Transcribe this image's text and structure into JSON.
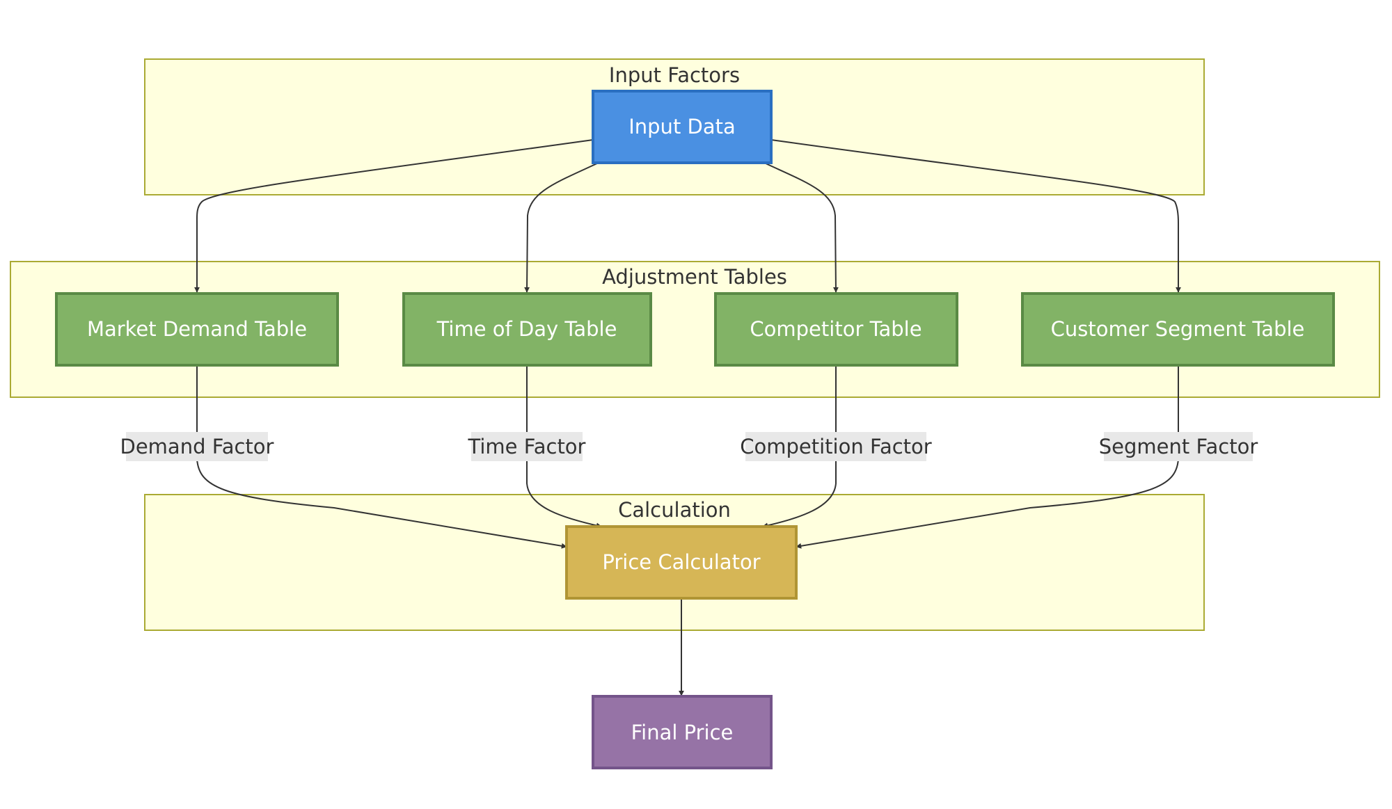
{
  "clusters": {
    "input": {
      "label": "Input Factors"
    },
    "adjust": {
      "label": "Adjustment Tables"
    },
    "calc": {
      "label": "Calculation"
    }
  },
  "nodes": {
    "input_data": {
      "label": "Input Data",
      "fill": "#4a90e2",
      "stroke": "#2a6fc1"
    },
    "market_demand": {
      "label": "Market Demand Table",
      "fill": "#82b366",
      "stroke": "#5a8a45"
    },
    "time_of_day": {
      "label": "Time of Day Table",
      "fill": "#82b366",
      "stroke": "#5a8a45"
    },
    "competitor": {
      "label": "Competitor Table",
      "fill": "#82b366",
      "stroke": "#5a8a45"
    },
    "customer_segment": {
      "label": "Customer Segment Table",
      "fill": "#82b366",
      "stroke": "#5a8a45"
    },
    "price_calculator": {
      "label": "Price Calculator",
      "fill": "#d6b656",
      "stroke": "#b09535"
    },
    "final_price": {
      "label": "Final Price",
      "fill": "#9673a6",
      "stroke": "#74548a"
    }
  },
  "edges": {
    "demand": {
      "label": "Demand Factor"
    },
    "time": {
      "label": "Time Factor"
    },
    "competition": {
      "label": "Competition Factor"
    },
    "segment": {
      "label": "Segment Factor"
    }
  }
}
